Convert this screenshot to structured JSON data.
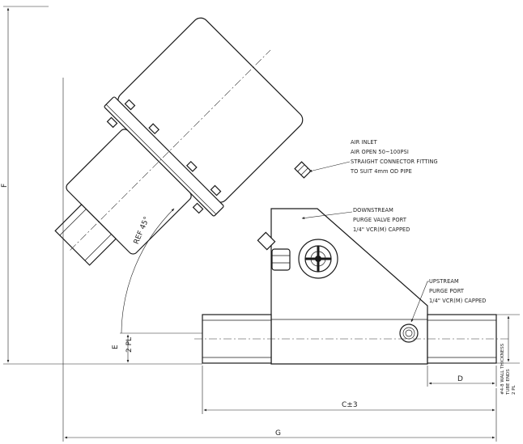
{
  "drawing": {
    "callouts": {
      "air_inlet": [
        "AIR INLET",
        "AIR OPEN 50~100PSI",
        "STRAIGHT CONNECTOR FITTING",
        "TO SUIT 4mm OD PIPE"
      ],
      "downstream": [
        "DOWNSTREAM",
        "PURGE VALVE PORT",
        "1/4\" VCR(M) CAPPED"
      ],
      "upstream": [
        "UPSTREAM",
        "PURGE PORT",
        "1/4\" VCR(M) CAPPED"
      ]
    },
    "dimensions": {
      "F": "F",
      "E": "E",
      "pl": "2 PL",
      "D": "D",
      "C": "C±3",
      "G": "G",
      "ref_angle": "REF 45°"
    },
    "wall_note": [
      "#4-8 WALL THICKNESS",
      "TUBE ENDS",
      "2 PL"
    ]
  }
}
